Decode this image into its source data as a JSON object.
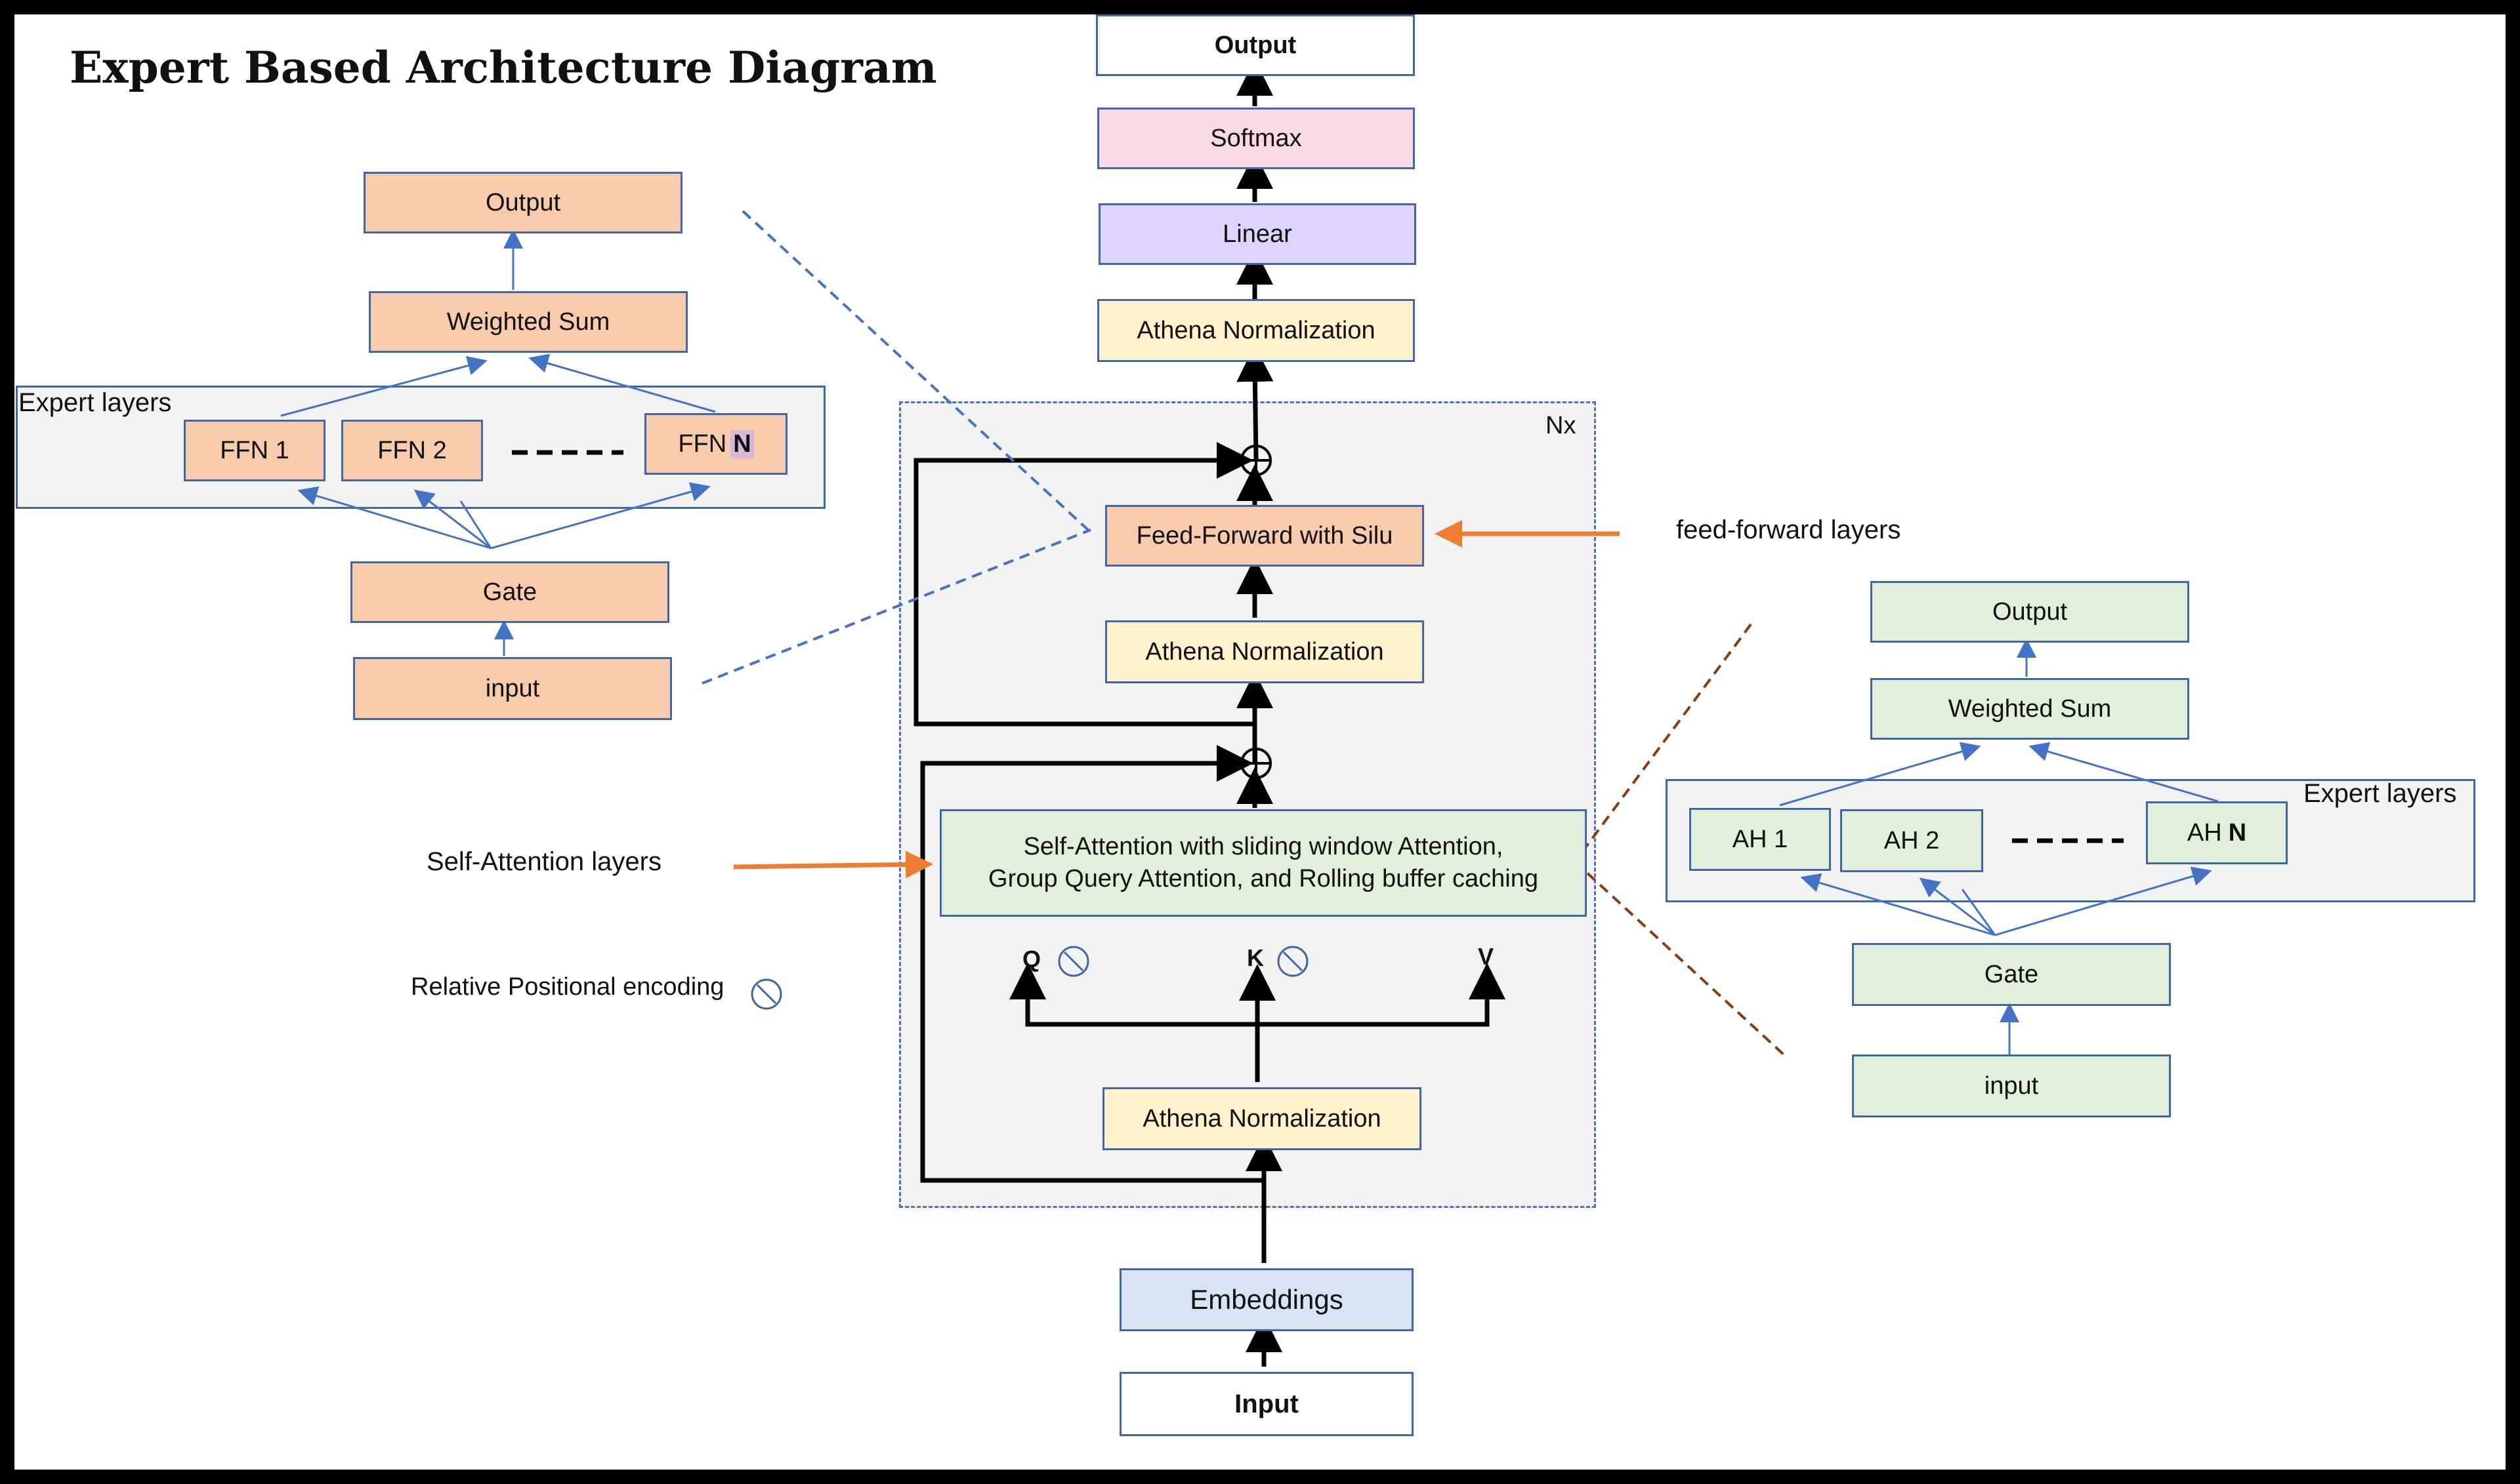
{
  "title": "Expert Based Architecture Diagram",
  "center": {
    "output": "Output",
    "softmax": "Softmax",
    "linear": "Linear",
    "norm_top": "Athena Normalization",
    "nx": "Nx",
    "ffn": "Feed-Forward with Silu",
    "norm_mid": "Athena Normalization",
    "attention_line1": "Self-Attention with sliding window Attention,",
    "attention_line2": "Group Query Attention,  and Rolling buffer caching",
    "q": "Q",
    "k": "K",
    "v": "V",
    "norm_bottom": "Athena Normalization",
    "embeddings": "Embeddings",
    "input": "Input"
  },
  "labels": {
    "feed_forward_layers": "feed-forward layers",
    "self_attention_layers": "Self-Attention layers",
    "relative_positional_encoding": "Relative Positional encoding"
  },
  "left_expert": {
    "output": "Output",
    "weighted_sum": "Weighted Sum",
    "panel_label": "Expert layers",
    "ffn1": "FFN 1",
    "ffn2": "FFN 2",
    "ffnN_prefix": "FFN",
    "ffnN_suffix": "N",
    "gate": "Gate",
    "input": "input"
  },
  "right_expert": {
    "output": "Output",
    "weighted_sum": "Weighted Sum",
    "panel_label": "Expert layers",
    "ah1": "AH 1",
    "ah2": "AH 2",
    "ahN_prefix": "AH",
    "ahN_suffix": "N",
    "gate": "Gate",
    "input": "input"
  },
  "colors": {
    "expert_ffn": "#f8cbad",
    "normalization": "#fff2cc",
    "attention": "#e2efda",
    "linear": "#ddd3fb",
    "softmax": "#f9d9e2",
    "embeddings": "#dae3f3",
    "box_border": "#3f67a8",
    "orange_arrow": "#ed7d31",
    "brown_dash": "#8b3a0f"
  }
}
